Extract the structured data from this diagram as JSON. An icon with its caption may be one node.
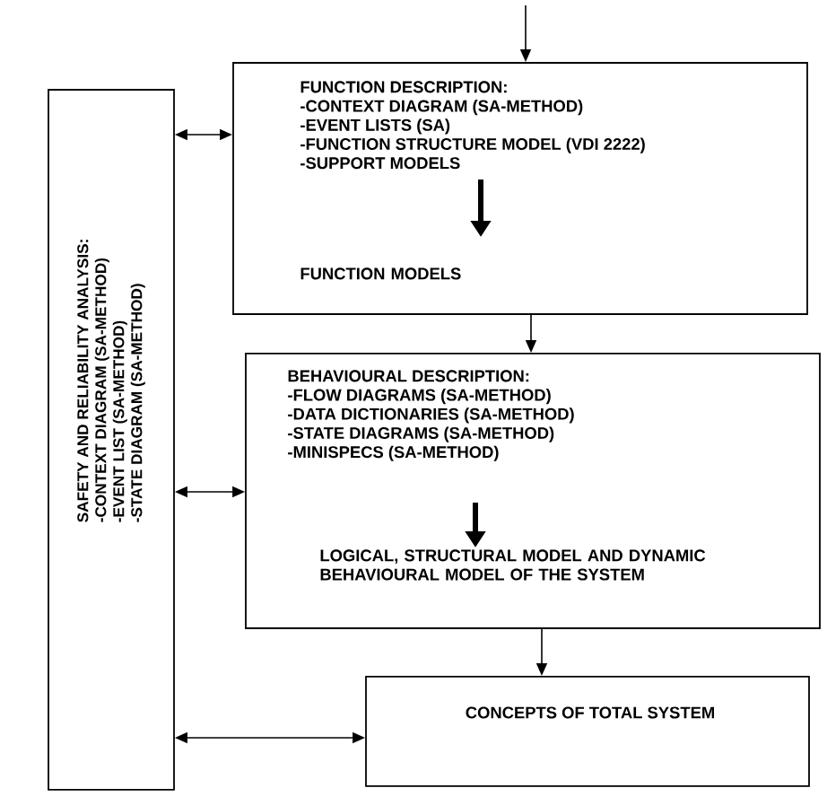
{
  "diagram": {
    "nodes": [
      {
        "text": [
          "SAFETY AND RELIABILITY ANALYSIS:",
          "-CONTEXT DIAGRAM (SA-METHOD)",
          "-EVENT LIST (SA-METHOD)",
          "-STATE DIAGRAM (SA-METHOD)"
        ]
      },
      {
        "text": [
          "FUNCTION DESCRIPTION:",
          "-CONTEXT DIAGRAM (SA-METHOD)",
          "-EVENT LISTS (SA)",
          "-FUNCTION STRUCTURE MODEL (VDI 2222)",
          "-SUPPORT MODELS",
          "FUNCTION MODELS"
        ]
      },
      {
        "text": [
          "BEHAVIOURAL DESCRIPTION:",
          "-FLOW DIAGRAMS (SA-METHOD)",
          "-DATA DICTIONARIES (SA-METHOD)",
          "-STATE DIAGRAMS (SA-METHOD)",
          "-MINISPECS (SA-METHOD)",
          "LOGICAL, STRUCTURAL MODEL AND DYNAMIC BEHAVIOURAL MODEL OF THE SYSTEM"
        ]
      },
      {
        "text": [
          "CONCEPTS OF TOTAL SYSTEM"
        ]
      }
    ],
    "edges": [
      {
        "from": null,
        "to": 1,
        "arrow": "to"
      },
      {
        "from": 1,
        "to": 2,
        "arrow": "to"
      },
      {
        "from": 2,
        "to": 3,
        "arrow": "to"
      },
      {
        "from": 0,
        "to": 1,
        "arrow": "both"
      },
      {
        "from": 0,
        "to": 2,
        "arrow": "both"
      },
      {
        "from": 0,
        "to": 3,
        "arrow": "both"
      }
    ]
  }
}
